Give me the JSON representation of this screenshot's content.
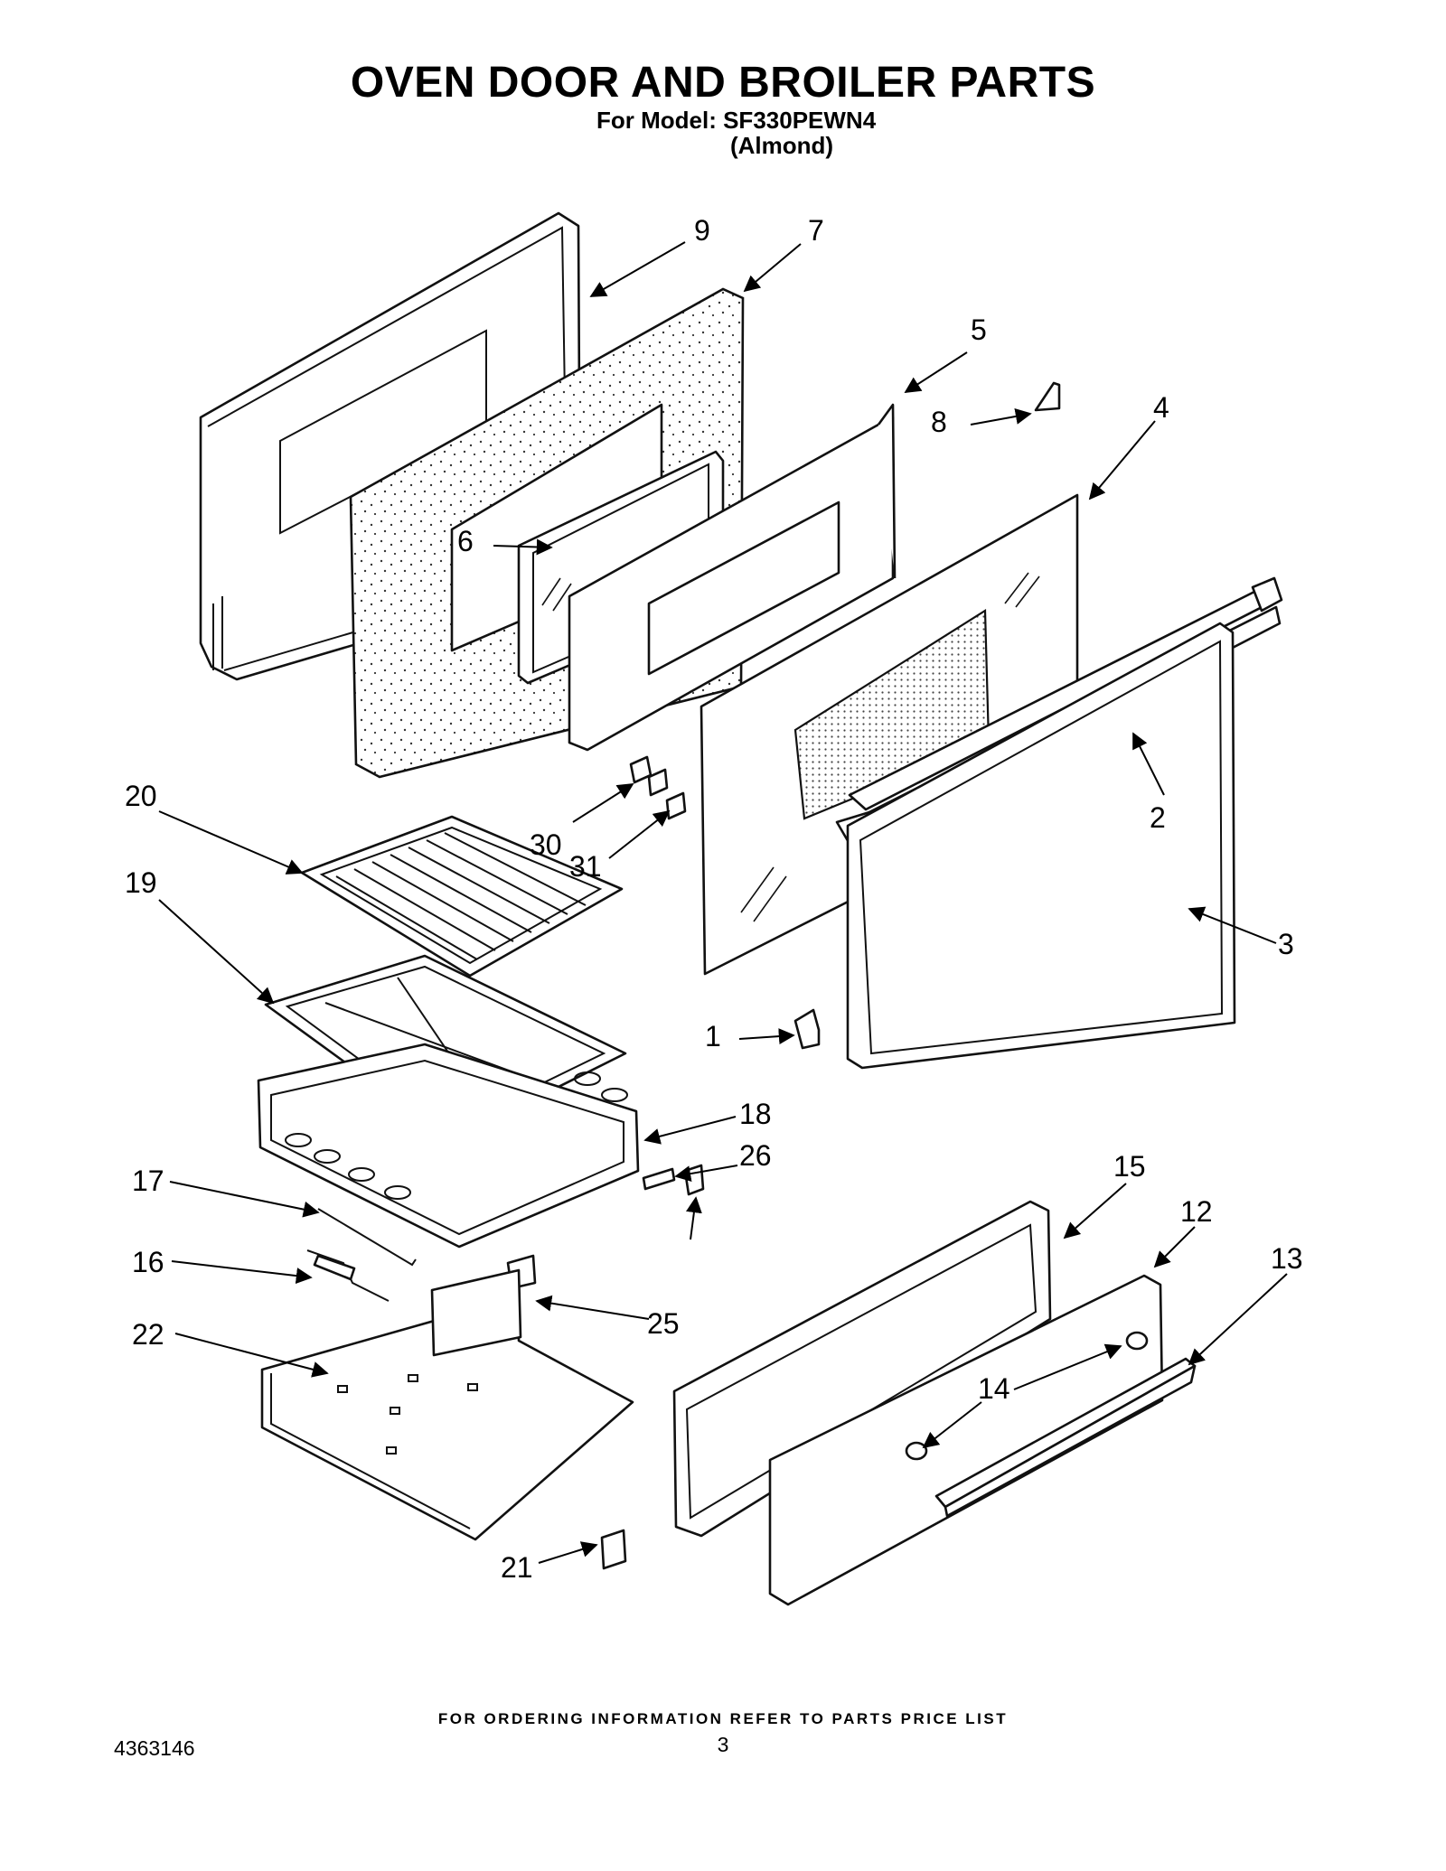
{
  "header": {
    "title": "OVEN DOOR AND BROILER PARTS",
    "model_line": "For Model: SF330PEWN4",
    "color_line": "(Almond)"
  },
  "callouts": [
    "9",
    "7",
    "5",
    "8",
    "4",
    "6",
    "2",
    "20",
    "30",
    "31",
    "19",
    "3",
    "1",
    "18",
    "26",
    "17",
    "15",
    "12",
    "16",
    "13",
    "25",
    "22",
    "14",
    "21"
  ],
  "footer": {
    "ordering_note": "FOR ORDERING INFORMATION REFER TO PARTS PRICE LIST",
    "document_number": "4363146",
    "page_number": "3"
  }
}
